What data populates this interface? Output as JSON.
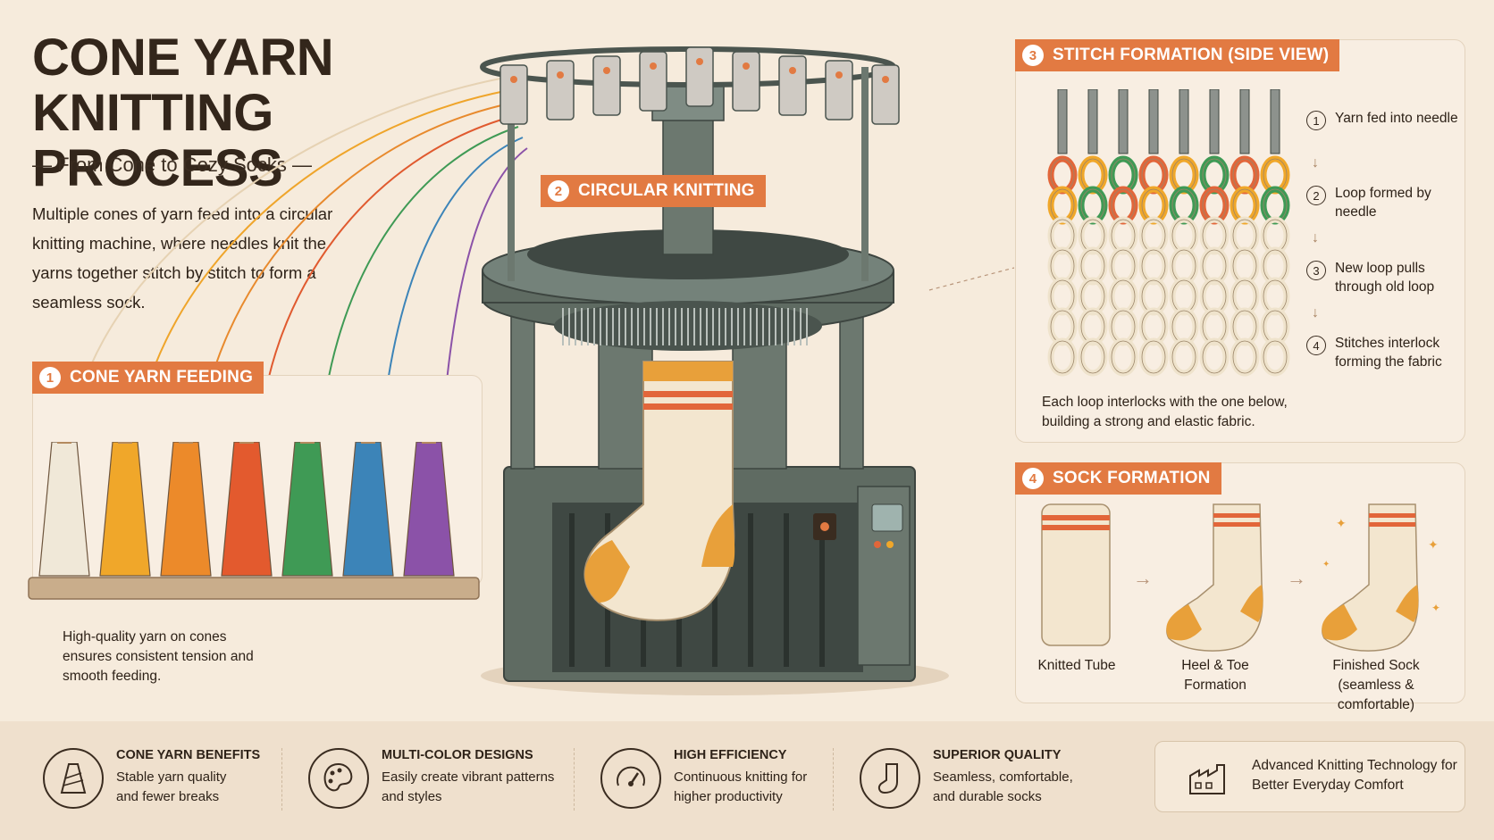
{
  "header": {
    "title_line1": "CONE YARN",
    "title_line2": "KNITTING PROCESS",
    "subtitle": "— From Cone to Cozy Socks —",
    "intro": "Multiple cones of yarn feed into a circular knitting machine, where needles knit the yarns together stitch by stitch to form a seamless sock."
  },
  "section1": {
    "number": "1",
    "label": "CONE YARN FEEDING",
    "caption": "High-quality yarn on cones ensures consistent tension and smooth feeding.",
    "cone_colors": [
      "#f0e8d8",
      "#f0a72a",
      "#ec8a2a",
      "#e35a2e",
      "#3f9a55",
      "#3c84b8",
      "#8b52a8"
    ]
  },
  "section2": {
    "number": "2",
    "label": "CIRCULAR KNITTING"
  },
  "section3": {
    "number": "3",
    "label": "STITCH FORMATION (SIDE VIEW)",
    "steps": [
      {
        "n": "1",
        "text": "Yarn fed into needle"
      },
      {
        "n": "2",
        "text": "Loop formed by needle"
      },
      {
        "n": "3",
        "text": "New loop pulls through old loop"
      },
      {
        "n": "4",
        "text": "Stitches interlock forming the fabric"
      }
    ],
    "caption": "Each loop interlocks with the one below, building a strong and elastic fabric."
  },
  "section4": {
    "number": "4",
    "label": "SOCK FORMATION",
    "stages": [
      {
        "label": "Knitted Tube"
      },
      {
        "label": "Heel & Toe Formation"
      },
      {
        "label": "Finished Sock (seamless & comfortable)"
      }
    ]
  },
  "footer": {
    "features": [
      {
        "icon": "cone-icon",
        "title": "CONE YARN BENEFITS",
        "desc": "Stable yarn quality and fewer breaks"
      },
      {
        "icon": "palette-icon",
        "title": "MULTI-COLOR DESIGNS",
        "desc": "Easily create vibrant patterns and styles"
      },
      {
        "icon": "gauge-icon",
        "title": "HIGH EFFICIENCY",
        "desc": "Continuous knitting for higher productivity"
      },
      {
        "icon": "sock-icon",
        "title": "SUPERIOR QUALITY",
        "desc": "Seamless, comfortable, and durable socks"
      }
    ],
    "tagline": "Advanced Knitting Technology for Better Everyday Comfort"
  },
  "colors": {
    "accent": "#e27a42",
    "background": "#f6ebdc",
    "machine": "#5f6b62",
    "sock_cream": "#f3e6cf",
    "sock_orange": "#e8a03a",
    "stripe": "#e2663a"
  }
}
